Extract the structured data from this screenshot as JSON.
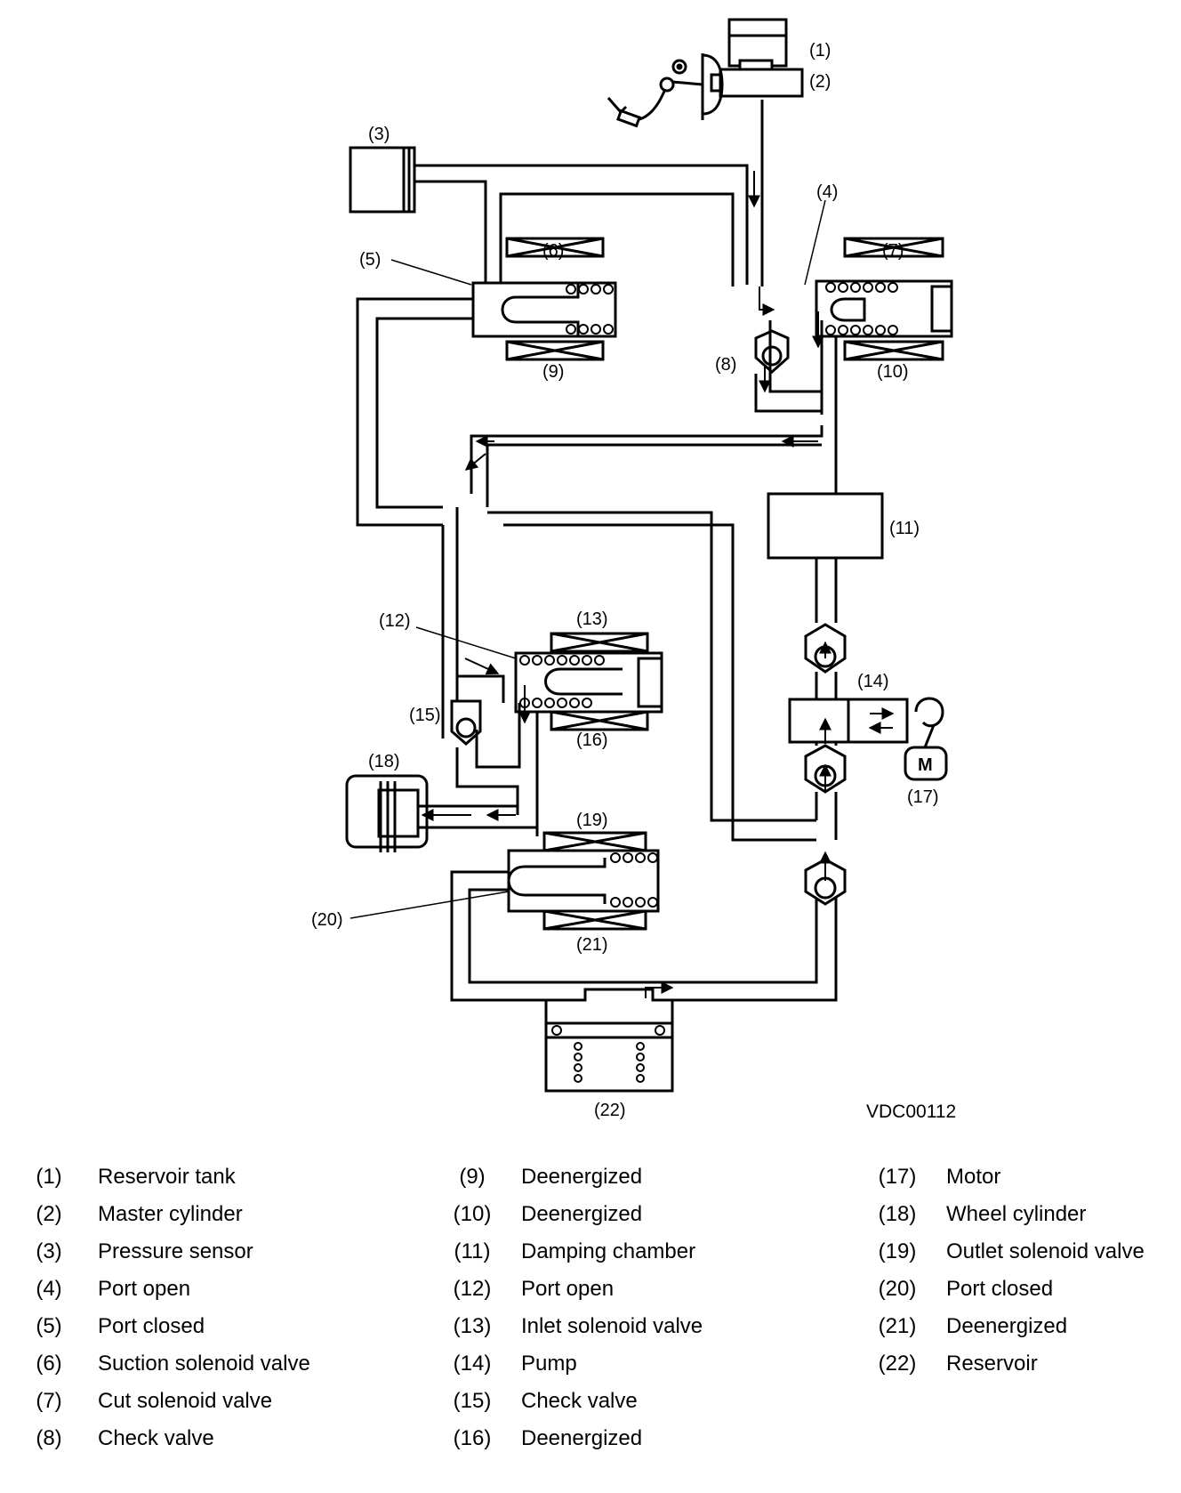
{
  "diagram": {
    "code": "VDC00112",
    "callouts": [
      "(1)",
      "(2)",
      "(3)",
      "(4)",
      "(5)",
      "(6)",
      "(7)",
      "(8)",
      "(9)",
      "(10)",
      "(11)",
      "(12)",
      "(13)",
      "(14)",
      "(15)",
      "(16)",
      "(17)",
      "(18)",
      "(19)",
      "(20)",
      "(21)",
      "(22)"
    ],
    "motor_symbol": "M"
  },
  "legend": {
    "columns": [
      [
        {
          "num": "(1)",
          "text": "Reservoir tank"
        },
        {
          "num": "(2)",
          "text": "Master cylinder"
        },
        {
          "num": "(3)",
          "text": "Pressure sensor"
        },
        {
          "num": "(4)",
          "text": "Port open"
        },
        {
          "num": "(5)",
          "text": "Port closed"
        },
        {
          "num": "(6)",
          "text": "Suction solenoid valve"
        },
        {
          "num": "(7)",
          "text": "Cut solenoid valve"
        },
        {
          "num": "(8)",
          "text": "Check valve"
        }
      ],
      [
        {
          "num": "(9)",
          "text": "Deenergized"
        },
        {
          "num": "(10)",
          "text": "Deenergized"
        },
        {
          "num": "(11)",
          "text": "Damping chamber"
        },
        {
          "num": "(12)",
          "text": "Port open"
        },
        {
          "num": "(13)",
          "text": "Inlet solenoid valve"
        },
        {
          "num": "(14)",
          "text": "Pump"
        },
        {
          "num": "(15)",
          "text": "Check valve"
        },
        {
          "num": "(16)",
          "text": "Deenergized"
        }
      ],
      [
        {
          "num": "(17)",
          "text": "Motor"
        },
        {
          "num": "(18)",
          "text": "Wheel cylinder"
        },
        {
          "num": "(19)",
          "text": "Outlet solenoid valve"
        },
        {
          "num": "(20)",
          "text": "Port closed"
        },
        {
          "num": "(21)",
          "text": "Deenergized"
        },
        {
          "num": "(22)",
          "text": "Reservoir"
        }
      ]
    ]
  }
}
